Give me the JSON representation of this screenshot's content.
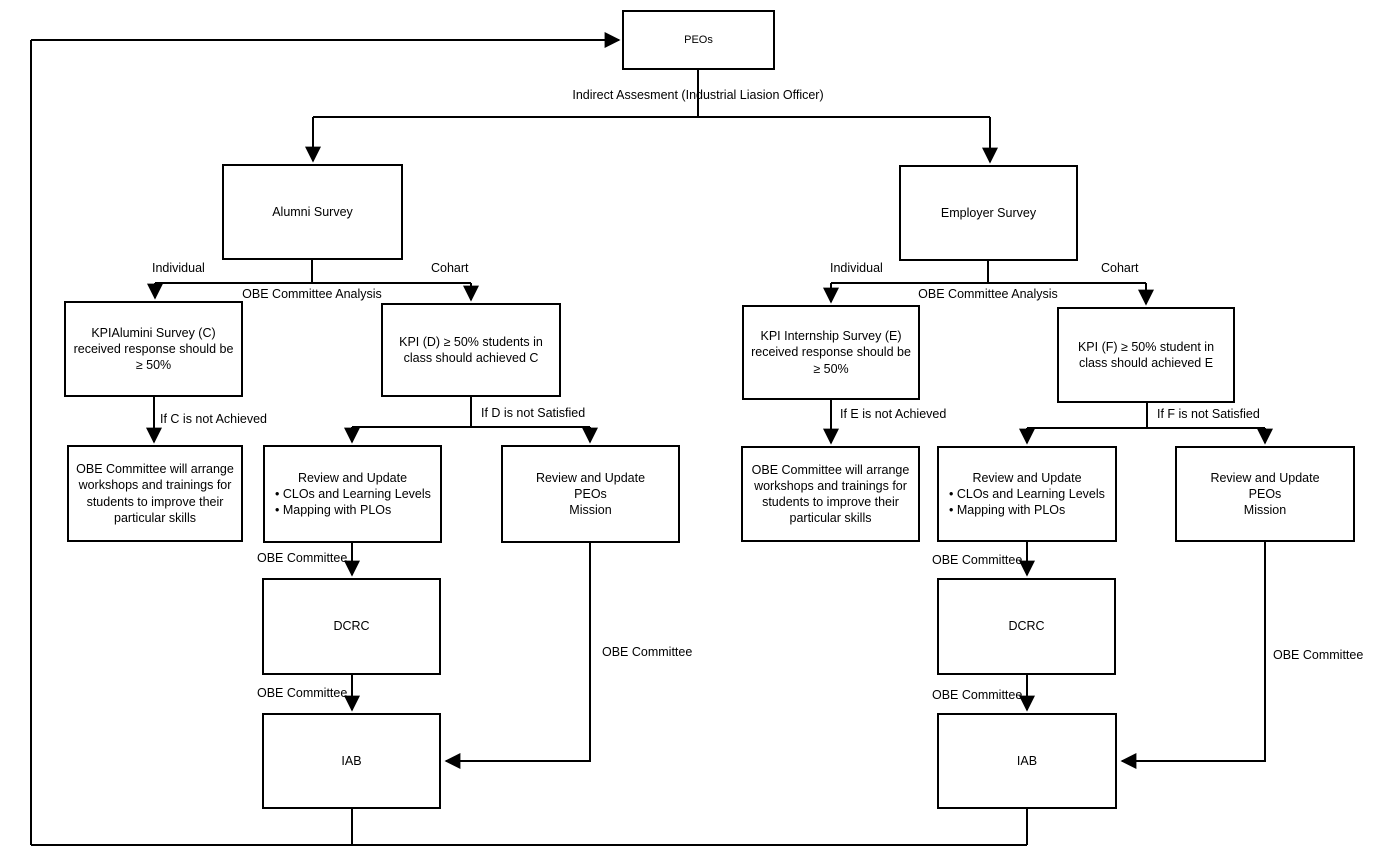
{
  "nodes": {
    "peos": "PEOs",
    "alumni_survey": "Alumni Survey",
    "employer_survey": "Employer Survey",
    "kpi_alumni": "KPIAlumini Survey (C) received response should be ≥ 50%",
    "kpi_d": "KPI (D) ≥ 50% students in class should achieved C",
    "kpi_internship": "KPI Internship Survey (E) received response should be ≥ 50%",
    "kpi_f": "KPI (F) ≥ 50% student in class should achieved E",
    "workshops": "OBE Committee will arrange workshops and trainings for students to improve their particular skills",
    "review_clo_title": "Review and Update",
    "review_clo_bullet1": "CLOs and Learning Levels",
    "review_clo_bullet2": "Mapping with PLOs",
    "review_peos": "Review and Update\nPEOs\nMission",
    "dcrc": "DCRC",
    "iab": "IAB"
  },
  "labels": {
    "indirect_assessment": "Indirect Assesment (Industrial Liasion Officer)",
    "individual": "Individual",
    "cohart": "Cohart",
    "obe_committee_analysis": "OBE Committee Analysis",
    "if_c_not_achieved": "If C is not Achieved",
    "if_d_not_satisfied": "If D is not Satisfied",
    "if_e_not_achieved": "If E is not Achieved",
    "if_f_not_satisfied": "If F is not Satisfied",
    "obe_committee": "OBE Committee"
  },
  "colors": {
    "line": "#000000",
    "box_border": "#000000",
    "background": "#ffffff",
    "text": "#000000"
  }
}
